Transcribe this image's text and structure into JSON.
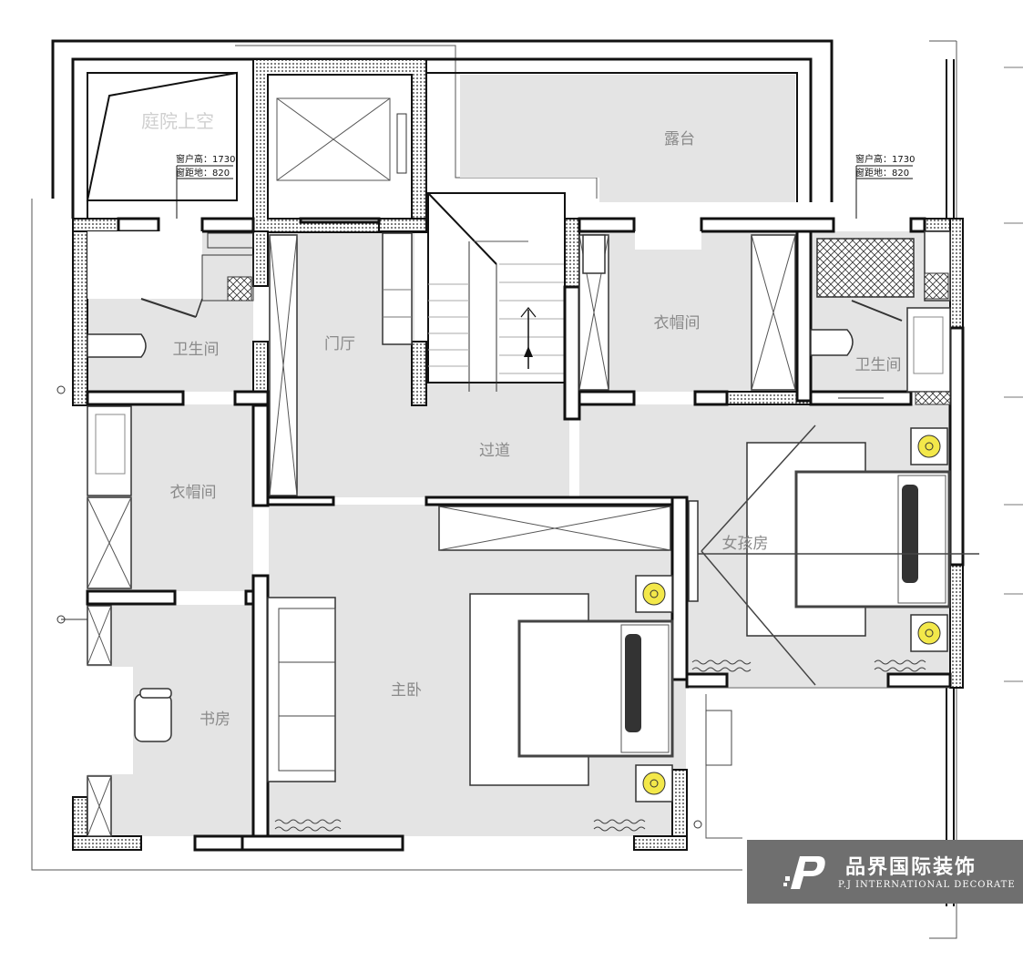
{
  "rooms": {
    "void_label": "庭院上空",
    "terrace": "露台",
    "foyer": "门厅",
    "corridor": "过道",
    "bath_left": "卫生间",
    "bath_right": "卫生间",
    "closet_left": "衣帽间",
    "closet_right": "衣帽间",
    "study": "书房",
    "master_bedroom": "主卧",
    "girls_room": "女孩房"
  },
  "window_notes": {
    "left": {
      "height": "窗户高：1730",
      "sill": "窗距地：820"
    },
    "right": {
      "height": "窗户高：1730",
      "sill": "窗距地：820"
    }
  },
  "brand": {
    "name": "品界国际装饰",
    "subtitle": "P.J INTERNATIONAL DECORATE",
    "bg_color": "#6f6f6f"
  },
  "colors": {
    "floor_fill": "#e4e4e4",
    "wall_stroke": "#111111",
    "lamp_yellow": "#f3e84a"
  }
}
